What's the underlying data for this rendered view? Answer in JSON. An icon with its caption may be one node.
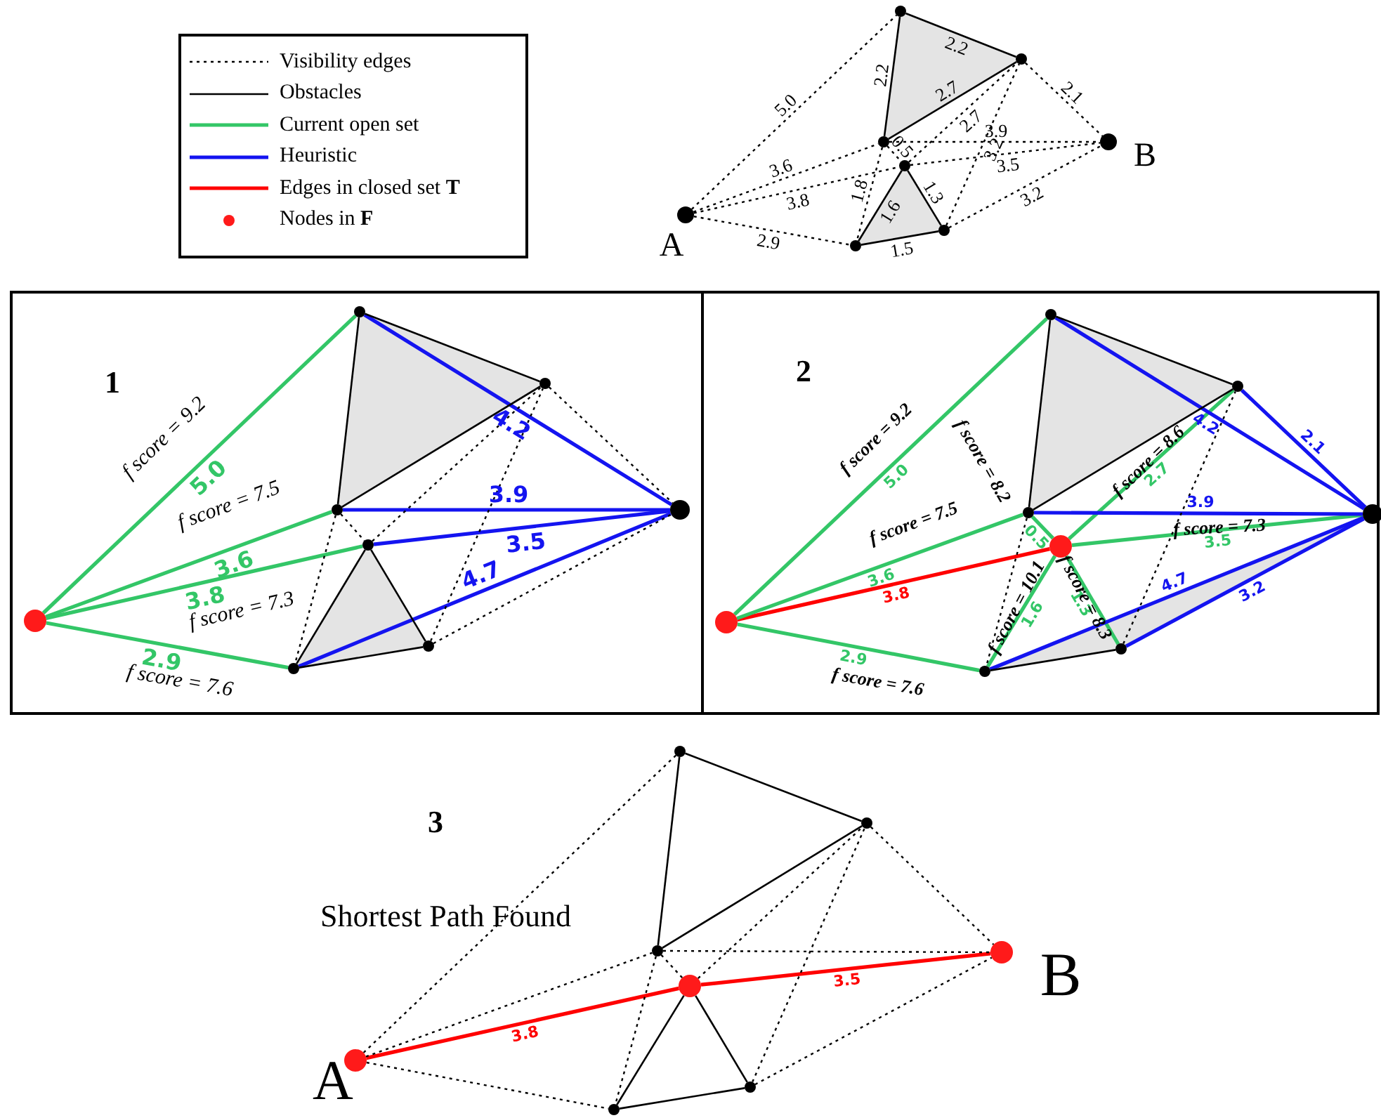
{
  "diagram": {
    "nodes": [
      {
        "text": [
          "A"
        ]
      },
      {
        "text": [],
        "shape": "circle"
      },
      {
        "text": [],
        "shape": "circle"
      },
      {
        "text": [],
        "shape": "circle"
      },
      {
        "text": [],
        "shape": "circle"
      },
      {
        "text": [],
        "shape": "circle"
      },
      {
        "text": [],
        "shape": "circle"
      },
      {
        "text": [
          "B"
        ]
      },
      {
        "text": [
          "1"
        ]
      },
      {
        "text": [],
        "shape": "circle",
        "in": 8
      },
      {
        "text": [],
        "shape": "circle",
        "in": 8
      },
      {
        "text": [],
        "shape": "circle",
        "in": 8
      },
      {
        "text": [],
        "shape": "circle",
        "in": 8
      },
      {
        "text": [],
        "shape": "circle",
        "in": 8
      },
      {
        "text": [],
        "shape": "circle",
        "in": 8
      },
      {
        "text": [],
        "shape": "circle",
        "in": 8
      },
      {
        "text": [],
        "shape": "circle",
        "in": 8
      },
      {
        "text": [
          "2"
        ]
      },
      {
        "text": [],
        "shape": "circle",
        "in": 17
      },
      {
        "text": [],
        "shape": "circle",
        "in": 17
      },
      {
        "text": [],
        "shape": "circle",
        "in": 17
      },
      {
        "text": [],
        "shape": "circle",
        "in": 17
      },
      {
        "text": [],
        "shape": "circle",
        "in": 17
      },
      {
        "text": [],
        "shape": "circle",
        "in": 17
      },
      {
        "text": [],
        "shape": "circle",
        "in": 17
      },
      {
        "text": [],
        "shape": "circle",
        "in": 17
      },
      {
        "text": [
          "A"
        ]
      },
      {
        "text": [],
        "shape": "circle"
      },
      {
        "text": [],
        "shape": "circle"
      },
      {
        "text": [],
        "shape": "circle"
      },
      {
        "text": [],
        "shape": "circle"
      },
      {
        "text": [],
        "shape": "circle"
      },
      {
        "text": [],
        "shape": "circle"
      },
      {
        "text": [
          "B"
        ]
      }
    ],
    "edges": [
      {
        "from": 1,
        "to": 2,
        "arrow": "none",
        "label": "2.2"
      },
      {
        "from": 1,
        "to": 3,
        "arrow": "none",
        "label": "2.2"
      },
      {
        "from": 3,
        "to": 2,
        "arrow": "none",
        "label": "2.7"
      },
      {
        "from": 4,
        "to": 5,
        "arrow": "none",
        "label": "1.6"
      },
      {
        "from": 4,
        "to": 6,
        "arrow": "none",
        "label": "1.3"
      },
      {
        "from": 5,
        "to": 6,
        "arrow": "none",
        "label": "1.5"
      },
      {
        "from": 0,
        "to": 1,
        "arrow": "none",
        "label": "5.0",
        "style": "dashed"
      },
      {
        "from": 0,
        "to": 3,
        "arrow": "none",
        "label": "3.6",
        "style": "dashed"
      },
      {
        "from": 0,
        "to": 4,
        "arrow": "none",
        "label": "3.8",
        "style": "dashed"
      },
      {
        "from": 0,
        "to": 5,
        "arrow": "none",
        "label": "2.9",
        "style": "dashed"
      },
      {
        "from": 2,
        "to": 7,
        "arrow": "none",
        "label": "2.1",
        "style": "dashed"
      },
      {
        "from": 4,
        "to": 2,
        "arrow": "none",
        "label": "2.7",
        "style": "dashed"
      },
      {
        "from": 6,
        "to": 2,
        "arrow": "none",
        "label": "3.2",
        "style": "dashed"
      },
      {
        "from": 3,
        "to": 7,
        "arrow": "none",
        "label": "3.9",
        "style": "dashed"
      },
      {
        "from": 4,
        "to": 7,
        "arrow": "none",
        "label": "3.5",
        "style": "dashed"
      },
      {
        "from": 6,
        "to": 7,
        "arrow": "none",
        "label": "3.2",
        "style": "dashed"
      },
      {
        "from": 3,
        "to": 4,
        "arrow": "none",
        "label": "0.5",
        "style": "dashed"
      },
      {
        "from": 3,
        "to": 5,
        "arrow": "none",
        "label": "1.8",
        "style": "dashed"
      },
      {
        "from": 9,
        "to": 10,
        "arrow": "none",
        "label": "5.0",
        "color": "#33c667"
      },
      {
        "from": 9,
        "to": 12,
        "arrow": "none",
        "label": "3.6",
        "color": "#33c667"
      },
      {
        "from": 9,
        "to": 13,
        "arrow": "none",
        "label": "3.8",
        "color": "#33c667"
      },
      {
        "from": 9,
        "to": 14,
        "arrow": "none",
        "label": "2.9",
        "color": "#33c667"
      },
      {
        "from": 10,
        "to": 16,
        "arrow": "none",
        "label": "4.2",
        "color": "#1414f0"
      },
      {
        "from": 12,
        "to": 16,
        "arrow": "none",
        "label": "3.9",
        "color": "#1414f0"
      },
      {
        "from": 13,
        "to": 16,
        "arrow": "none",
        "label": "3.5",
        "color": "#1414f0"
      },
      {
        "from": 14,
        "to": 16,
        "arrow": "none",
        "label": "4.7",
        "color": "#1414f0"
      },
      {
        "from": 10,
        "to": 11,
        "arrow": "none"
      },
      {
        "from": 10,
        "to": 12,
        "arrow": "none"
      },
      {
        "from": 12,
        "to": 11,
        "arrow": "none"
      },
      {
        "from": 13,
        "to": 14,
        "arrow": "none"
      },
      {
        "from": 13,
        "to": 15,
        "arrow": "none"
      },
      {
        "from": 14,
        "to": 15,
        "arrow": "none"
      },
      {
        "from": 11,
        "to": 16,
        "arrow": "none",
        "style": "dashed"
      },
      {
        "from": 13,
        "to": 11,
        "arrow": "none",
        "style": "dashed"
      },
      {
        "from": 15,
        "to": 11,
        "arrow": "none",
        "style": "dashed"
      },
      {
        "from": 12,
        "to": 13,
        "arrow": "none",
        "style": "dashed"
      },
      {
        "from": 12,
        "to": 14,
        "arrow": "none",
        "style": "dashed"
      },
      {
        "from": 15,
        "to": 16,
        "arrow": "none",
        "style": "dashed"
      },
      {
        "from": 18,
        "to": 22,
        "arrow": "none",
        "label": "3.8",
        "color": "#ff0000"
      },
      {
        "from": 18,
        "to": 19,
        "arrow": "none",
        "label": "5.0",
        "color": "#33c667"
      },
      {
        "from": 18,
        "to": 21,
        "arrow": "none",
        "label": "3.6",
        "color": "#33c667"
      },
      {
        "from": 18,
        "to": 23,
        "arrow": "none",
        "label": "2.9",
        "color": "#33c667"
      },
      {
        "from": 22,
        "to": 21,
        "arrow": "none",
        "label": "0.5",
        "color": "#33c667"
      },
      {
        "from": 22,
        "to": 20,
        "arrow": "none",
        "label": "2.7",
        "color": "#33c667"
      },
      {
        "from": 22,
        "to": 25,
        "arrow": "none",
        "label": "3.5",
        "color": "#33c667"
      },
      {
        "from": 22,
        "to": 23,
        "arrow": "none",
        "label": "1.6",
        "color": "#33c667"
      },
      {
        "from": 22,
        "to": 24,
        "arrow": "none",
        "label": "1.3",
        "color": "#33c667"
      },
      {
        "from": 19,
        "to": 25,
        "arrow": "none",
        "label": "4.2",
        "color": "#1414f0"
      },
      {
        "from": 20,
        "to": 25,
        "arrow": "none",
        "label": "2.1",
        "color": "#1414f0"
      },
      {
        "from": 21,
        "to": 25,
        "arrow": "none",
        "label": "3.9",
        "color": "#1414f0"
      },
      {
        "from": 23,
        "to": 25,
        "arrow": "none",
        "label": "4.7",
        "color": "#1414f0"
      },
      {
        "from": 24,
        "to": 25,
        "arrow": "none",
        "label": "3.2",
        "color": "#1414f0"
      },
      {
        "from": 19,
        "to": 20,
        "arrow": "none"
      },
      {
        "from": 19,
        "to": 21,
        "arrow": "none"
      },
      {
        "from": 21,
        "to": 20,
        "arrow": "none"
      },
      {
        "from": 23,
        "to": 24,
        "arrow": "none"
      },
      {
        "from": 21,
        "to": 23,
        "arrow": "none",
        "style": "dashed"
      },
      {
        "from": 24,
        "to": 20,
        "arrow": "none",
        "style": "dashed"
      },
      {
        "from": 26,
        "to": 30,
        "arrow": "none",
        "label": "3.8",
        "color": "#ff0000"
      },
      {
        "from": 30,
        "to": 33,
        "arrow": "none",
        "label": "3.5",
        "color": "#ff0000"
      },
      {
        "from": 27,
        "to": 28,
        "arrow": "none"
      },
      {
        "from": 27,
        "to": 29,
        "arrow": "none"
      },
      {
        "from": 29,
        "to": 28,
        "arrow": "none"
      },
      {
        "from": 30,
        "to": 31,
        "arrow": "none"
      },
      {
        "from": 30,
        "to": 32,
        "arrow": "none"
      },
      {
        "from": 31,
        "to": 32,
        "arrow": "none"
      },
      {
        "from": 26,
        "to": 27,
        "arrow": "none",
        "style": "dashed"
      },
      {
        "from": 26,
        "to": 29,
        "arrow": "none",
        "style": "dashed"
      },
      {
        "from": 26,
        "to": 31,
        "arrow": "none",
        "style": "dashed"
      },
      {
        "from": 28,
        "to": 33,
        "arrow": "none",
        "style": "dashed"
      },
      {
        "from": 30,
        "to": 28,
        "arrow": "none",
        "style": "dashed"
      },
      {
        "from": 32,
        "to": 28,
        "arrow": "none",
        "style": "dashed"
      },
      {
        "from": 29,
        "to": 30,
        "arrow": "none",
        "style": "dashed"
      },
      {
        "from": 29,
        "to": 31,
        "arrow": "none",
        "style": "dashed"
      },
      {
        "from": 29,
        "to": 33,
        "arrow": "none",
        "style": "dashed"
      },
      {
        "from": 32,
        "to": 33,
        "arrow": "none",
        "style": "dashed"
      }
    ],
    "labels": [
      "f score = 9.2",
      "f score = 7.5",
      "f score = 7.3",
      "f score = 7.6",
      "f score = 9.2",
      "f score = 8.2",
      "f score = 7.5",
      "f score = 8.6",
      "f score = 7.3",
      "f score = 10.1",
      "f score = 8.3",
      "f score = 7.6",
      "3",
      "Shortest Path Found"
    ],
    "legend": [
      {
        "text": "Visibility edges"
      },
      {
        "text": "Obstacles"
      },
      {
        "text": "Current open set"
      },
      {
        "text": "Heuristic"
      },
      {
        "text": "Edges in closed set **T**"
      },
      {
        "text": "Nodes in **F**"
      }
    ]
  }
}
